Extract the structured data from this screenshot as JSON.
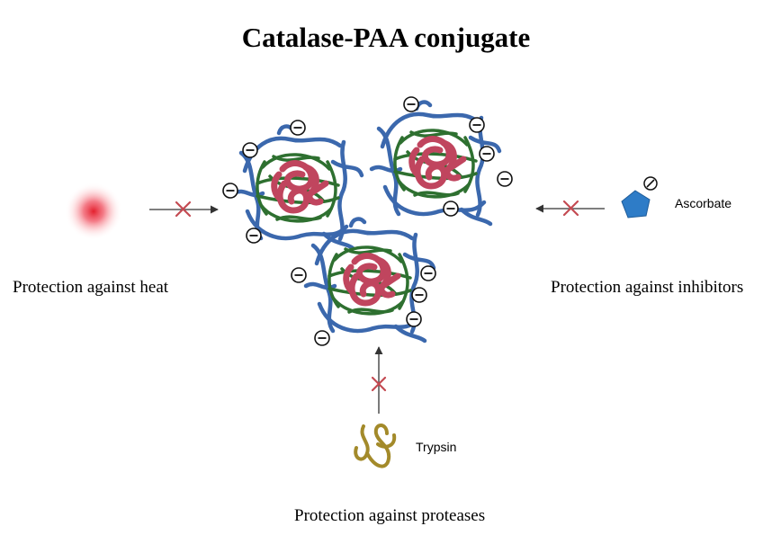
{
  "title": "Catalase-PAA conjugate",
  "captions": {
    "heat": "Protection against heat",
    "inhibitors": "Protection against inhibitors",
    "proteases": "Protection against proteases"
  },
  "labels": {
    "inhibitor": "Ascorbate",
    "protease": "Trypsin"
  },
  "colors": {
    "polymer": "#3b68ad",
    "shell": "#2e7030",
    "enzyme": "#c0455e",
    "heat": "#e8283a",
    "ascorbate": "#2e7cc7",
    "block": "#c44a52",
    "trypsin": "#a38a2a"
  },
  "icons": [
    "heat-glow-icon",
    "ascorbate-pentagon-icon",
    "trypsin-coil-icon",
    "negative-charge-icon",
    "blocked-x-icon"
  ]
}
